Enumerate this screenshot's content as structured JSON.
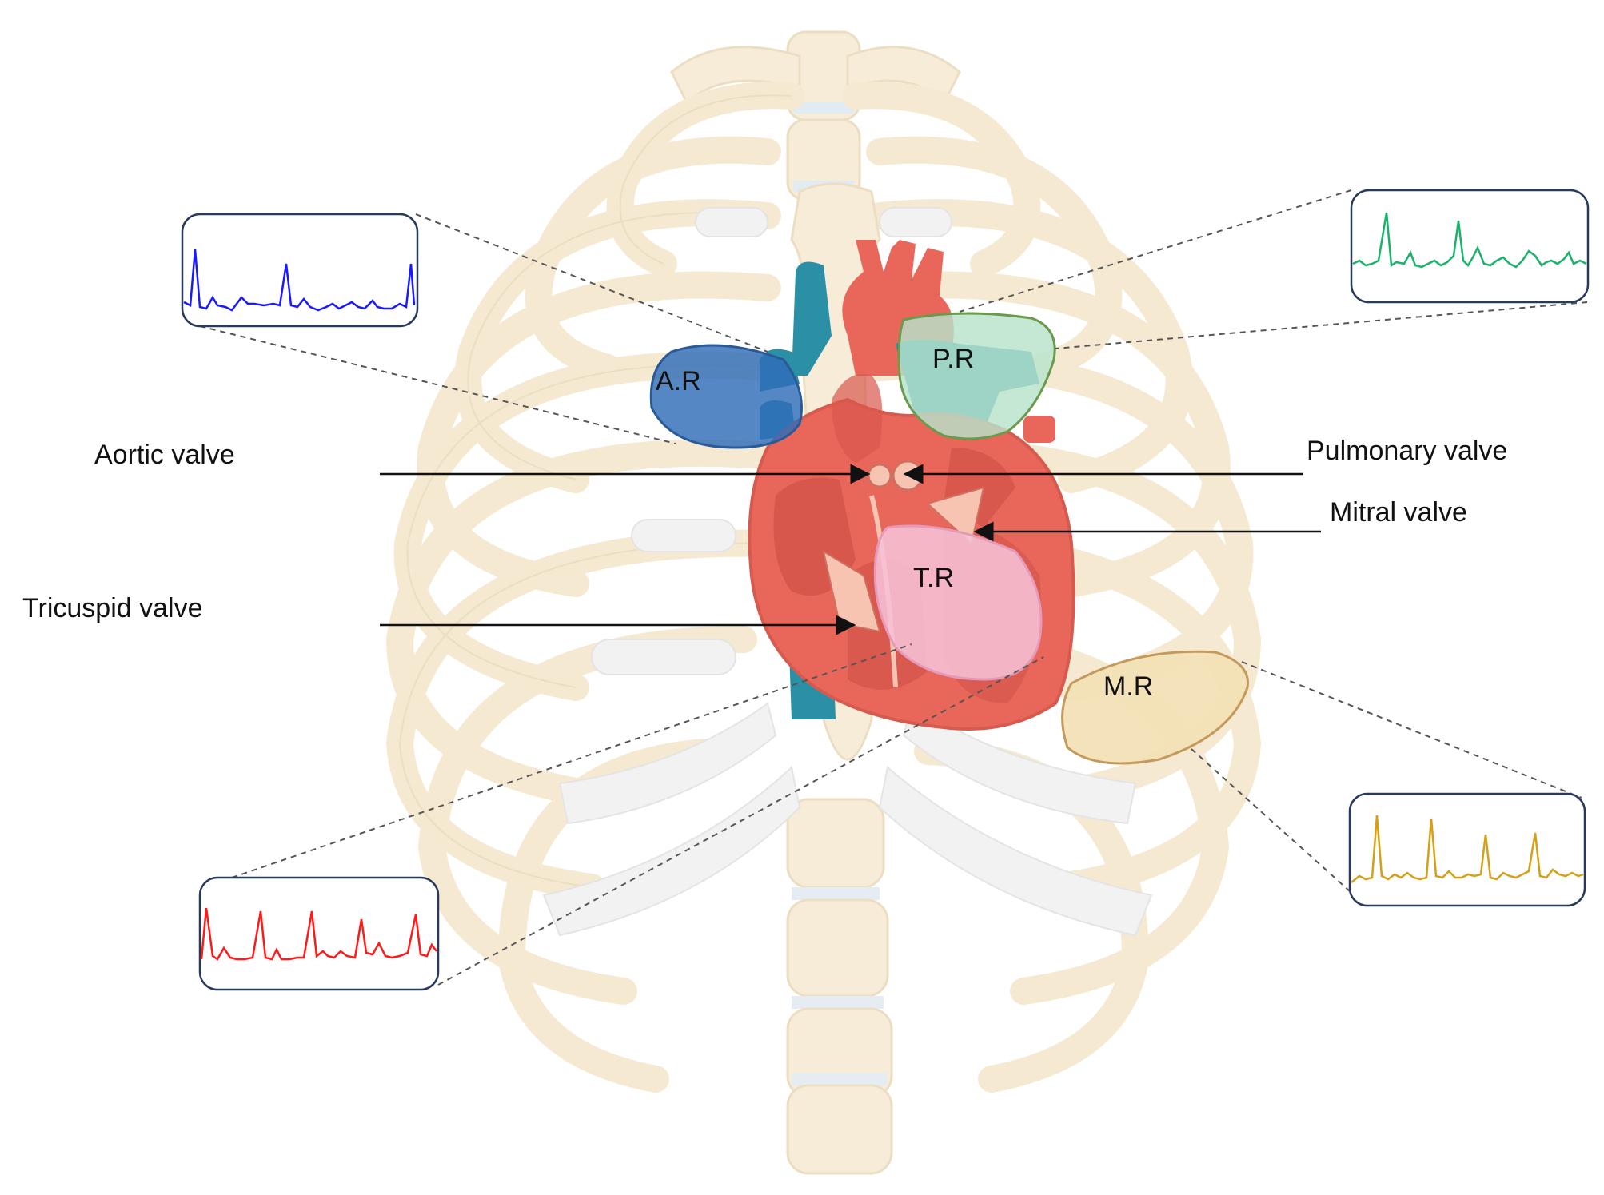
{
  "valve_labels": {
    "aortic": "Aortic valve",
    "pulmonary": "Pulmonary valve",
    "mitral": "Mitral valve",
    "tricuspid": "Tricuspid valve"
  },
  "regions": {
    "ar": {
      "label": "A.R",
      "color": "#2f6db8"
    },
    "pr": {
      "label": "P.R",
      "color": "#a8dcc0"
    },
    "tr": {
      "label": "T.R",
      "color": "#f4b6cc"
    },
    "mr": {
      "label": "M.R",
      "color": "#f0d9a6"
    }
  },
  "signals": {
    "ar": {
      "color": "#1a1aff"
    },
    "pr": {
      "color": "#19b36b"
    },
    "tr": {
      "color": "#ff1a1a"
    },
    "mr": {
      "color": "#d4a017"
    }
  },
  "colors": {
    "bone": "#f4e6cc",
    "bone_outline": "#e2cfa8",
    "cartilage": "#ececec",
    "heart": "#e8675a",
    "heart_dark": "#c84a42",
    "vessel_blue": "#2b8fa6",
    "signal_box_border": "#2a3a5c"
  }
}
